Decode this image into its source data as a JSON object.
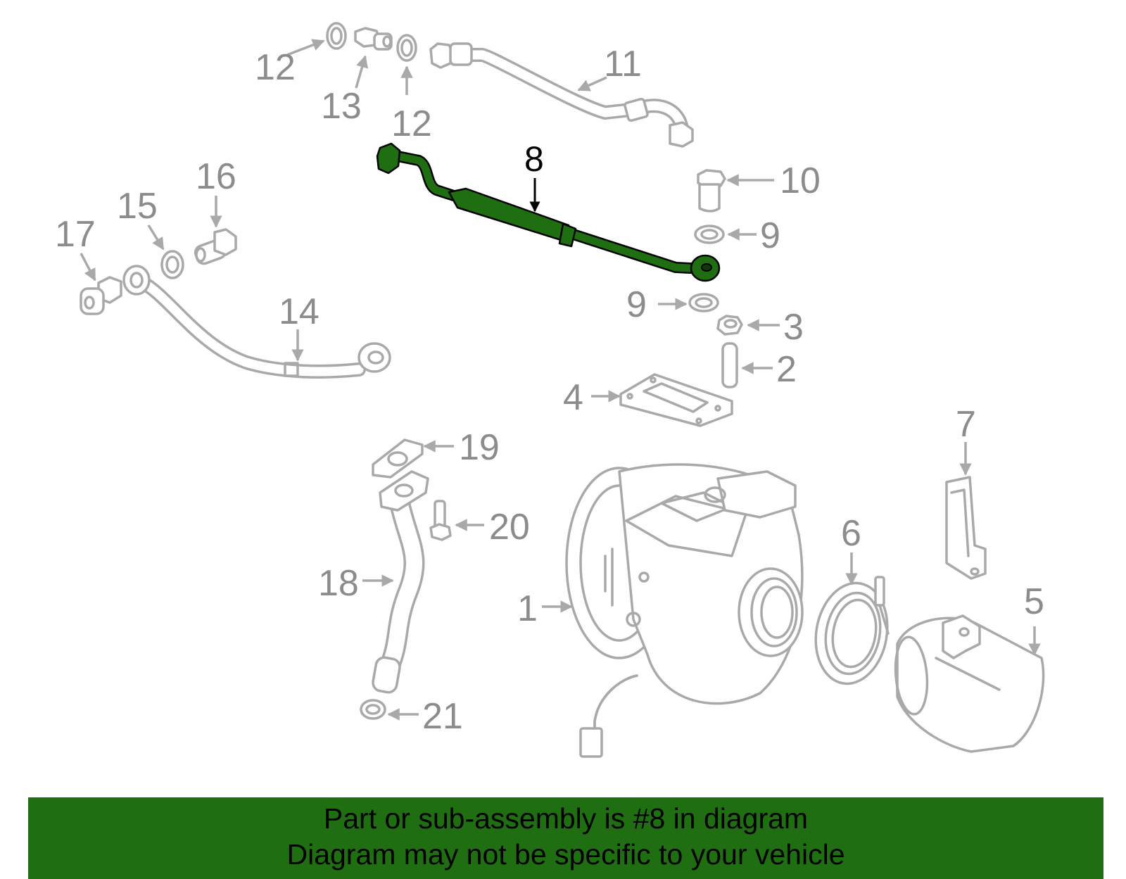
{
  "diagram": {
    "highlight_color": "#1f6e12",
    "part_color": "#a9a9a9",
    "highlighted_part": "8",
    "callouts": {
      "c1": "1",
      "c2": "2",
      "c3": "3",
      "c4": "4",
      "c5": "5",
      "c6": "6",
      "c7": "7",
      "c8": "8",
      "c9a": "9",
      "c9b": "9",
      "c10": "10",
      "c11": "11",
      "c12a": "12",
      "c12b": "12",
      "c13": "13",
      "c14": "14",
      "c15": "15",
      "c16": "16",
      "c17": "17",
      "c18": "18",
      "c19": "19",
      "c20": "20",
      "c21": "21"
    }
  },
  "banner": {
    "line1": "Part or sub-assembly is #8 in diagram",
    "line2": "Diagram may not be specific to your vehicle"
  }
}
